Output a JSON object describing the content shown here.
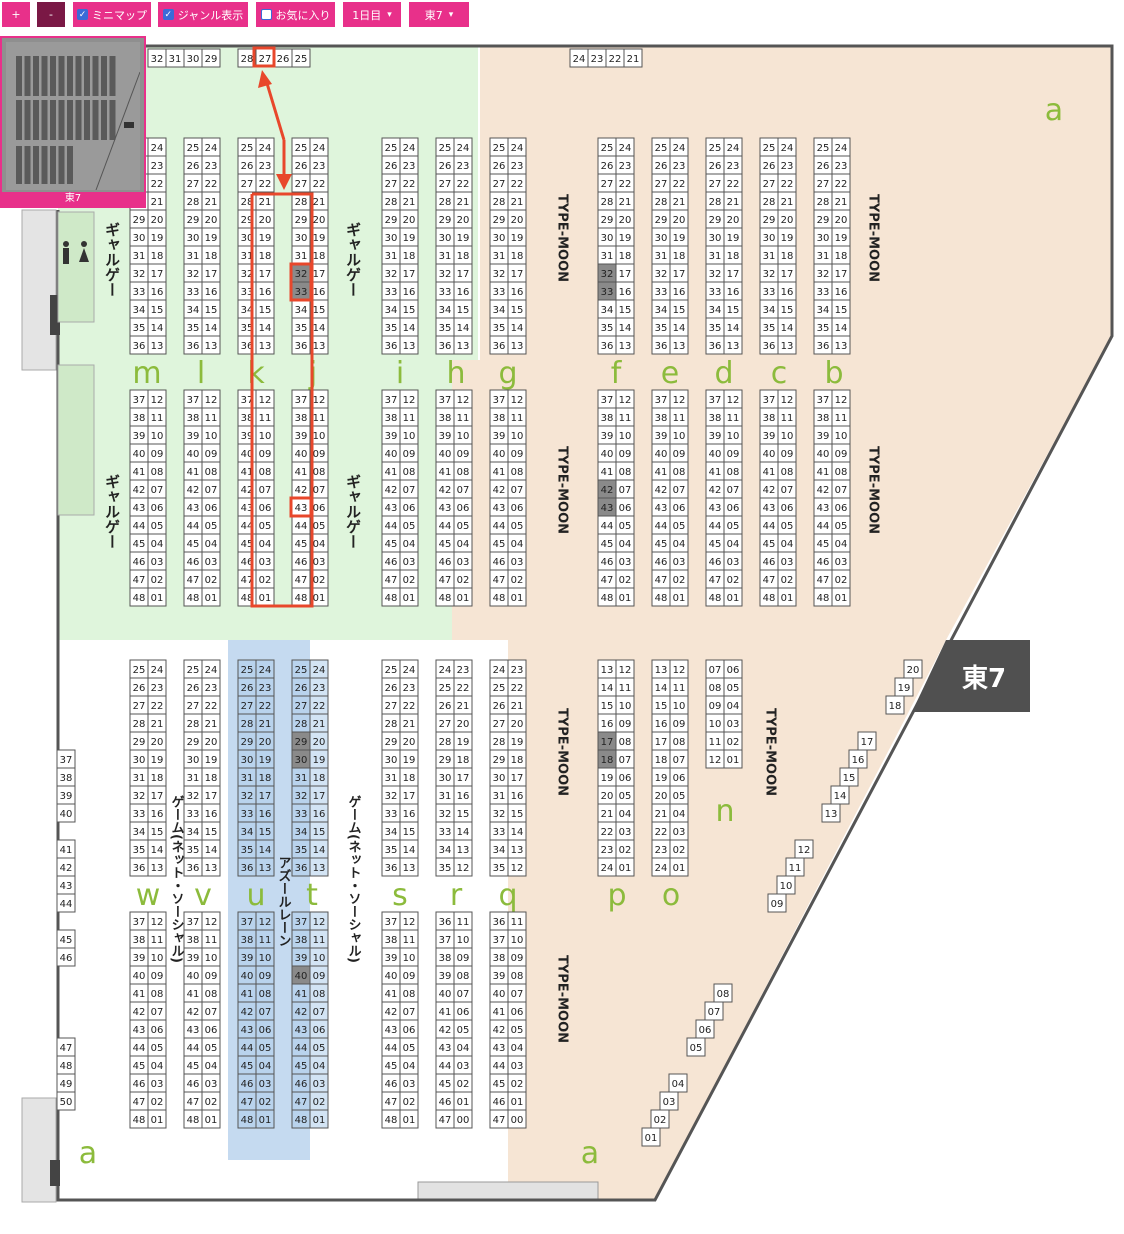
{
  "toolbar": {
    "zoom_in": "+",
    "zoom_out": "-",
    "minimap_label": "ミニマップ",
    "minimap_checked": true,
    "genre_label": "ジャンル表示",
    "genre_checked": true,
    "favorite_label": "お気に入り",
    "favorite_checked": false,
    "day_select": "1日目",
    "hall_select": "東7"
  },
  "minimap": {
    "label": "東7"
  },
  "hall": {
    "name": "東7",
    "zone_letter": "a",
    "genre_labels": {
      "gyaru": "ギャルゲー",
      "typemoon": "TYPE-MOON",
      "game_net": "ゲーム(ネット・ソーシャル)",
      "azur": "アズールレーン"
    },
    "block_letters_upper": [
      "m",
      "l",
      "k",
      "j",
      "i",
      "h",
      "g",
      "f",
      "e",
      "d",
      "c",
      "b"
    ],
    "block_letters_lower": [
      "w",
      "v",
      "u",
      "t",
      "s",
      "r",
      "q",
      "p",
      "o",
      "n"
    ]
  },
  "colors": {
    "accent": "#e8308a",
    "green_zone": "#dff5dc",
    "orange_zone": "#f6e5d4",
    "blue_zone": "#c5daf0",
    "route": "#e8472b",
    "letter": "#8cbb3c",
    "table_border": "#555555",
    "visited": "#8a8a8a"
  }
}
